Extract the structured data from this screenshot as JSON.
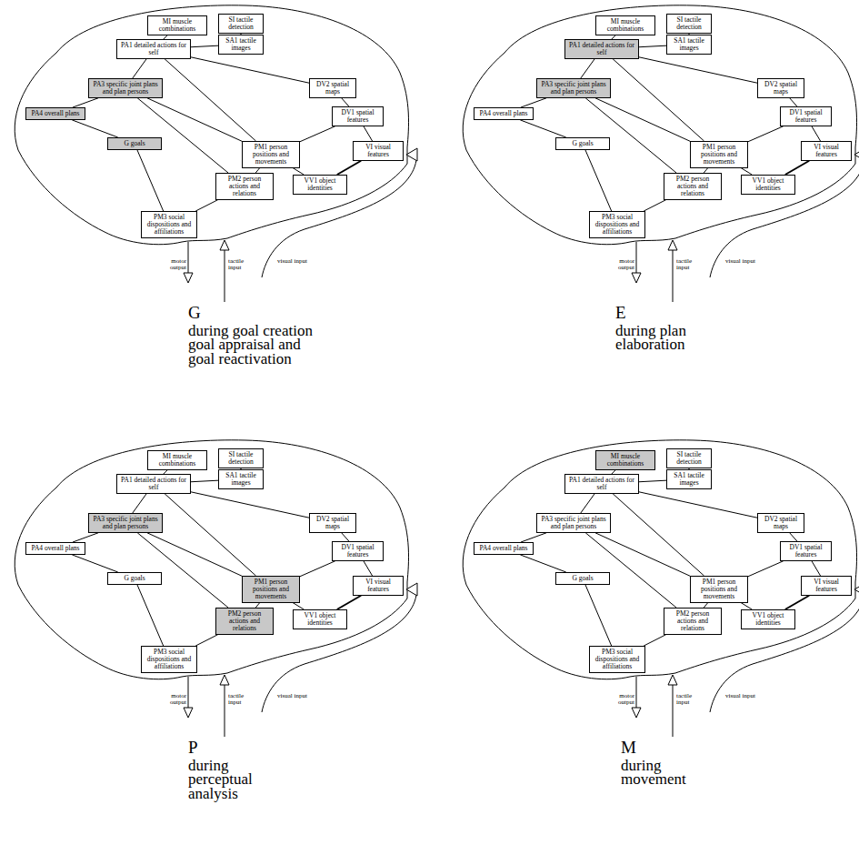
{
  "diagram": {
    "nodes": [
      {
        "text": [
          "MI muscle combinations"
        ]
      },
      {
        "text": [
          "SI tactile detection"
        ]
      },
      {
        "text": [
          "PA1 detailed actions for self"
        ]
      },
      {
        "text": [
          "SA1 tactile images"
        ]
      },
      {
        "text": [
          "DV2 spatial maps"
        ]
      },
      {
        "text": [
          "PA3 specific joint plans and plan persons"
        ]
      },
      {
        "text": [
          "DV1 spatial features"
        ]
      },
      {
        "text": [
          "PA4 overall plans"
        ]
      },
      {
        "text": [
          "G goals"
        ]
      },
      {
        "text": [
          "PM1 person positions and movements"
        ]
      },
      {
        "text": [
          "VI visual features"
        ]
      },
      {
        "text": [
          "VV1 object identities"
        ]
      },
      {
        "text": [
          "PM2 person actions and relations"
        ]
      },
      {
        "text": [
          "PM3 social dispositions and affiliations"
        ]
      },
      {
        "text": [
          "MI muscle combinations"
        ]
      },
      {
        "text": [
          "SI tactile detection"
        ]
      },
      {
        "text": [
          "PA1 detailed actions for self"
        ]
      },
      {
        "text": [
          "SA1 tactile images"
        ]
      },
      {
        "text": [
          "DV2 spatial maps"
        ]
      },
      {
        "text": [
          "PA3 specific joint plans and plan persons"
        ]
      },
      {
        "text": [
          "DV1 spatial features"
        ]
      },
      {
        "text": [
          "PA4 overall plans"
        ]
      },
      {
        "text": [
          "G goals"
        ]
      },
      {
        "text": [
          "PM1 person positions and movements"
        ]
      },
      {
        "text": [
          "VI visual features"
        ]
      },
      {
        "text": [
          "VV1 object identities"
        ]
      },
      {
        "text": [
          "PM2 person actions and relations"
        ]
      },
      {
        "text": [
          "PM3 social dispositions and affiliations"
        ]
      },
      {
        "text": [
          "MI muscle combinations"
        ]
      },
      {
        "text": [
          "SI tactile detection"
        ]
      },
      {
        "text": [
          "PA1 detailed actions for self"
        ]
      },
      {
        "text": [
          "SA1 tactile images"
        ]
      },
      {
        "text": [
          "DV2 spatial maps"
        ]
      },
      {
        "text": [
          "PA3 specific joint plans and plan persons"
        ]
      },
      {
        "text": [
          "DV1 spatial features"
        ]
      },
      {
        "text": [
          "PA4 overall plans"
        ]
      },
      {
        "text": [
          "G goals"
        ]
      },
      {
        "text": [
          "PM1 person positions and movements"
        ]
      },
      {
        "text": [
          "VI visual features"
        ]
      },
      {
        "text": [
          "VV1 object identities"
        ]
      },
      {
        "text": [
          "PM2 person actions and relations"
        ]
      },
      {
        "text": [
          "PM3 social dispositions and affiliations"
        ]
      },
      {
        "text": [
          "MI muscle combinations"
        ]
      },
      {
        "text": [
          "SI tactile detection"
        ]
      },
      {
        "text": [
          "PA1 detailed actions for self"
        ]
      },
      {
        "text": [
          "SA1 tactile images"
        ]
      },
      {
        "text": [
          "DV2 spatial maps"
        ]
      },
      {
        "text": [
          "PA3 specific joint plans and plan persons"
        ]
      },
      {
        "text": [
          "DV1 spatial features"
        ]
      },
      {
        "text": [
          "PA4 overall plans"
        ]
      },
      {
        "text": [
          "G goals"
        ]
      },
      {
        "text": [
          "PM1 person positions and movements"
        ]
      },
      {
        "text": [
          "VI visual features"
        ]
      },
      {
        "text": [
          "VV1 object identities"
        ]
      },
      {
        "text": [
          "PM2 person actions and relations"
        ]
      },
      {
        "text": [
          "PM3 social dispositions and affiliations"
        ]
      }
    ],
    "edges": [
      {
        "from": 2,
        "to": 0,
        "arrow": "none"
      },
      {
        "from": 1,
        "to": 3,
        "arrow": "none"
      },
      {
        "from": 2,
        "to": 3,
        "arrow": "none"
      },
      {
        "from": 2,
        "to": 4,
        "arrow": "none"
      },
      {
        "from": 4,
        "to": 6,
        "arrow": "none"
      },
      {
        "from": 2,
        "to": 5,
        "arrow": "none"
      },
      {
        "from": 2,
        "to": 9,
        "arrow": "none"
      },
      {
        "from": 5,
        "to": 7,
        "arrow": "none"
      },
      {
        "from": 5,
        "to": 9,
        "arrow": "none"
      },
      {
        "from": 5,
        "to": 12,
        "arrow": "none"
      },
      {
        "from": 6,
        "to": 9,
        "arrow": "none"
      },
      {
        "from": 6,
        "to": 10,
        "arrow": "none"
      },
      {
        "from": 10,
        "to": 11,
        "arrow": "none"
      },
      {
        "from": 9,
        "to": 12,
        "arrow": "none"
      },
      {
        "from": 9,
        "to": 11,
        "arrow": "none"
      },
      {
        "from": 7,
        "to": 8,
        "arrow": "none"
      },
      {
        "from": 8,
        "to": 13,
        "arrow": "none"
      },
      {
        "from": 13,
        "to": 12,
        "arrow": "none"
      },
      {
        "from": 16,
        "to": 14,
        "arrow": "none"
      },
      {
        "from": 15,
        "to": 17,
        "arrow": "none"
      },
      {
        "from": 16,
        "to": 17,
        "arrow": "none"
      },
      {
        "from": 16,
        "to": 18,
        "arrow": "none"
      },
      {
        "from": 18,
        "to": 20,
        "arrow": "none"
      },
      {
        "from": 16,
        "to": 19,
        "arrow": "none"
      },
      {
        "from": 16,
        "to": 23,
        "arrow": "none"
      },
      {
        "from": 19,
        "to": 21,
        "arrow": "none"
      },
      {
        "from": 19,
        "to": 23,
        "arrow": "none"
      },
      {
        "from": 19,
        "to": 26,
        "arrow": "none"
      },
      {
        "from": 20,
        "to": 23,
        "arrow": "none"
      },
      {
        "from": 20,
        "to": 24,
        "arrow": "none"
      },
      {
        "from": 24,
        "to": 25,
        "arrow": "none"
      },
      {
        "from": 23,
        "to": 26,
        "arrow": "none"
      },
      {
        "from": 23,
        "to": 25,
        "arrow": "none"
      },
      {
        "from": 21,
        "to": 22,
        "arrow": "none"
      },
      {
        "from": 22,
        "to": 27,
        "arrow": "none"
      },
      {
        "from": 27,
        "to": 26,
        "arrow": "none"
      },
      {
        "from": 30,
        "to": 28,
        "arrow": "none"
      },
      {
        "from": 29,
        "to": 31,
        "arrow": "none"
      },
      {
        "from": 30,
        "to": 31,
        "arrow": "none"
      },
      {
        "from": 30,
        "to": 32,
        "arrow": "none"
      },
      {
        "from": 32,
        "to": 34,
        "arrow": "none"
      },
      {
        "from": 30,
        "to": 33,
        "arrow": "none"
      },
      {
        "from": 30,
        "to": 37,
        "arrow": "none"
      },
      {
        "from": 33,
        "to": 35,
        "arrow": "none"
      },
      {
        "from": 33,
        "to": 37,
        "arrow": "none"
      },
      {
        "from": 33,
        "to": 40,
        "arrow": "none"
      },
      {
        "from": 34,
        "to": 37,
        "arrow": "none"
      },
      {
        "from": 34,
        "to": 38,
        "arrow": "none"
      },
      {
        "from": 38,
        "to": 39,
        "arrow": "none"
      },
      {
        "from": 37,
        "to": 40,
        "arrow": "none"
      },
      {
        "from": 37,
        "to": 39,
        "arrow": "none"
      },
      {
        "from": 35,
        "to": 36,
        "arrow": "none"
      },
      {
        "from": 36,
        "to": 41,
        "arrow": "none"
      },
      {
        "from": 41,
        "to": 40,
        "arrow": "none"
      },
      {
        "from": 44,
        "to": 42,
        "arrow": "none"
      },
      {
        "from": 43,
        "to": 45,
        "arrow": "none"
      },
      {
        "from": 44,
        "to": 45,
        "arrow": "none"
      },
      {
        "from": 44,
        "to": 46,
        "arrow": "none"
      },
      {
        "from": 46,
        "to": 48,
        "arrow": "none"
      },
      {
        "from": 44,
        "to": 47,
        "arrow": "none"
      },
      {
        "from": 44,
        "to": 51,
        "arrow": "none"
      },
      {
        "from": 47,
        "to": 49,
        "arrow": "none"
      },
      {
        "from": 47,
        "to": 51,
        "arrow": "none"
      },
      {
        "from": 47,
        "to": 54,
        "arrow": "none"
      },
      {
        "from": 48,
        "to": 51,
        "arrow": "none"
      },
      {
        "from": 48,
        "to": 52,
        "arrow": "none"
      },
      {
        "from": 52,
        "to": 53,
        "arrow": "none"
      },
      {
        "from": 51,
        "to": 54,
        "arrow": "none"
      },
      {
        "from": 51,
        "to": 53,
        "arrow": "none"
      },
      {
        "from": 49,
        "to": 50,
        "arrow": "none"
      },
      {
        "from": 50,
        "to": 55,
        "arrow": "none"
      },
      {
        "from": 55,
        "to": 54,
        "arrow": "none"
      }
    ],
    "labels": [
      "G",
      "during goal creation goal appraisal and goal reactivation",
      "motor output",
      "tactile input",
      "visual input",
      "E",
      "during plan elaboration",
      "motor output",
      "tactile input",
      "visual input",
      "P",
      "during perceptual analysis",
      "motor output",
      "tactile input",
      "visual input",
      "M",
      "during movement",
      "motor output",
      "tactile input",
      "visual input"
    ]
  }
}
